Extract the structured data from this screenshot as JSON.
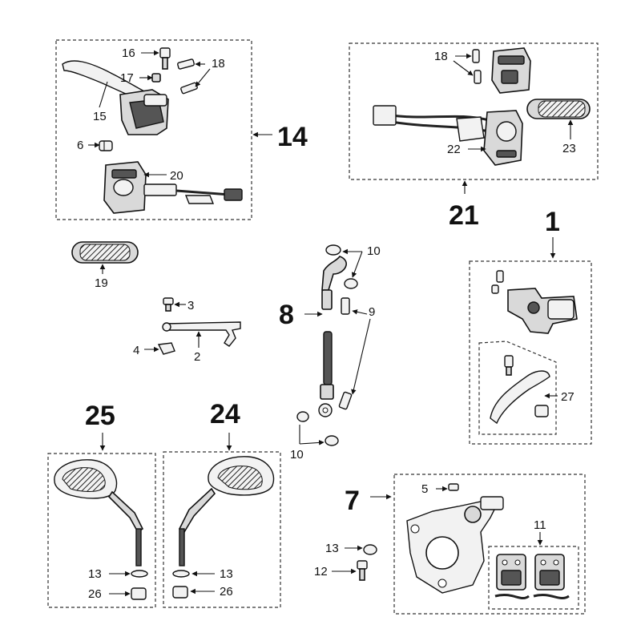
{
  "labels": {
    "l1": "1",
    "l2": "2",
    "l3": "3",
    "l4": "4",
    "l5": "5",
    "l6": "6",
    "l7": "7",
    "l8": "8",
    "l9": "9",
    "l10a": "10",
    "l10b": "10",
    "l11": "11",
    "l12": "12",
    "l13a": "13",
    "l13b": "13",
    "l13c": "13",
    "l14": "14",
    "l15": "15",
    "l16": "16",
    "l17": "17",
    "l18a": "18",
    "l18b": "18",
    "l19": "19",
    "l20": "20",
    "l21": "21",
    "l22": "22",
    "l23": "23",
    "l24": "24",
    "l25": "25",
    "l26a": "26",
    "l26b": "26",
    "l27": "27"
  }
}
